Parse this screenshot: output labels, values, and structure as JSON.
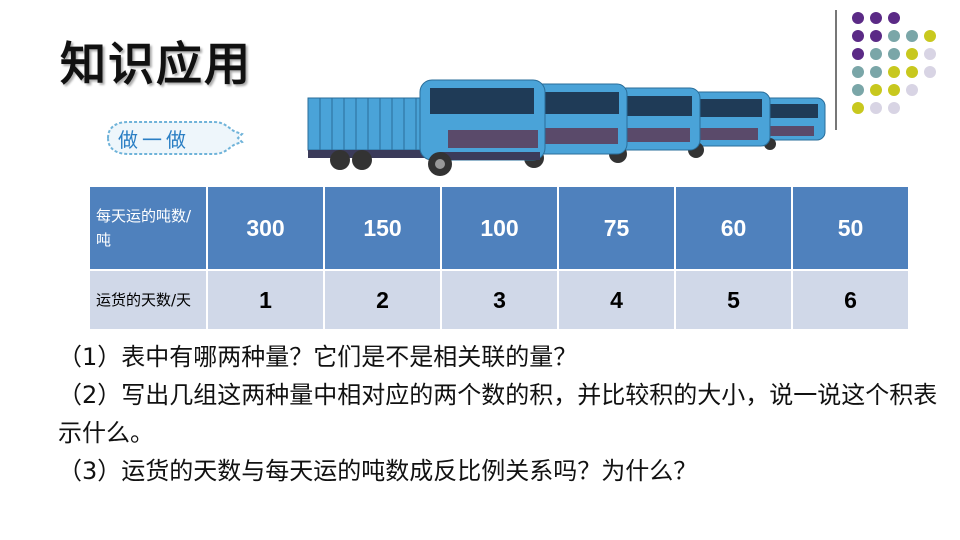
{
  "title": "知识应用",
  "activity_tag": "做一做",
  "table": {
    "rows": [
      {
        "header": "每天运的吨数/吨",
        "values": [
          "300",
          "150",
          "100",
          "75",
          "60",
          "50"
        ]
      },
      {
        "header": "运货的天数/天",
        "values": [
          "1",
          "2",
          "3",
          "4",
          "5",
          "6"
        ]
      }
    ]
  },
  "questions": [
    "（1）表中有哪两种量？它们是不是相关联的量？",
    "（2）写出几组这两种量中相对应的两个数的积，并比较积的大小，说一说这个积表示什么。",
    "（3）运货的天数与每天运的吨数成反比例关系吗？为什么？"
  ],
  "colors": {
    "header_row": "#4f81bd",
    "body_row": "#d0d8e8",
    "dot_purple": "#5b2a86",
    "dot_teal": "#7aa6a8",
    "dot_yellow": "#c8c81e",
    "dot_lavender": "#d8d4e4",
    "truck_blue": "#4aa3d8"
  },
  "icons": [
    "truck-fleet-illustration",
    "decorative-dot-grid"
  ]
}
